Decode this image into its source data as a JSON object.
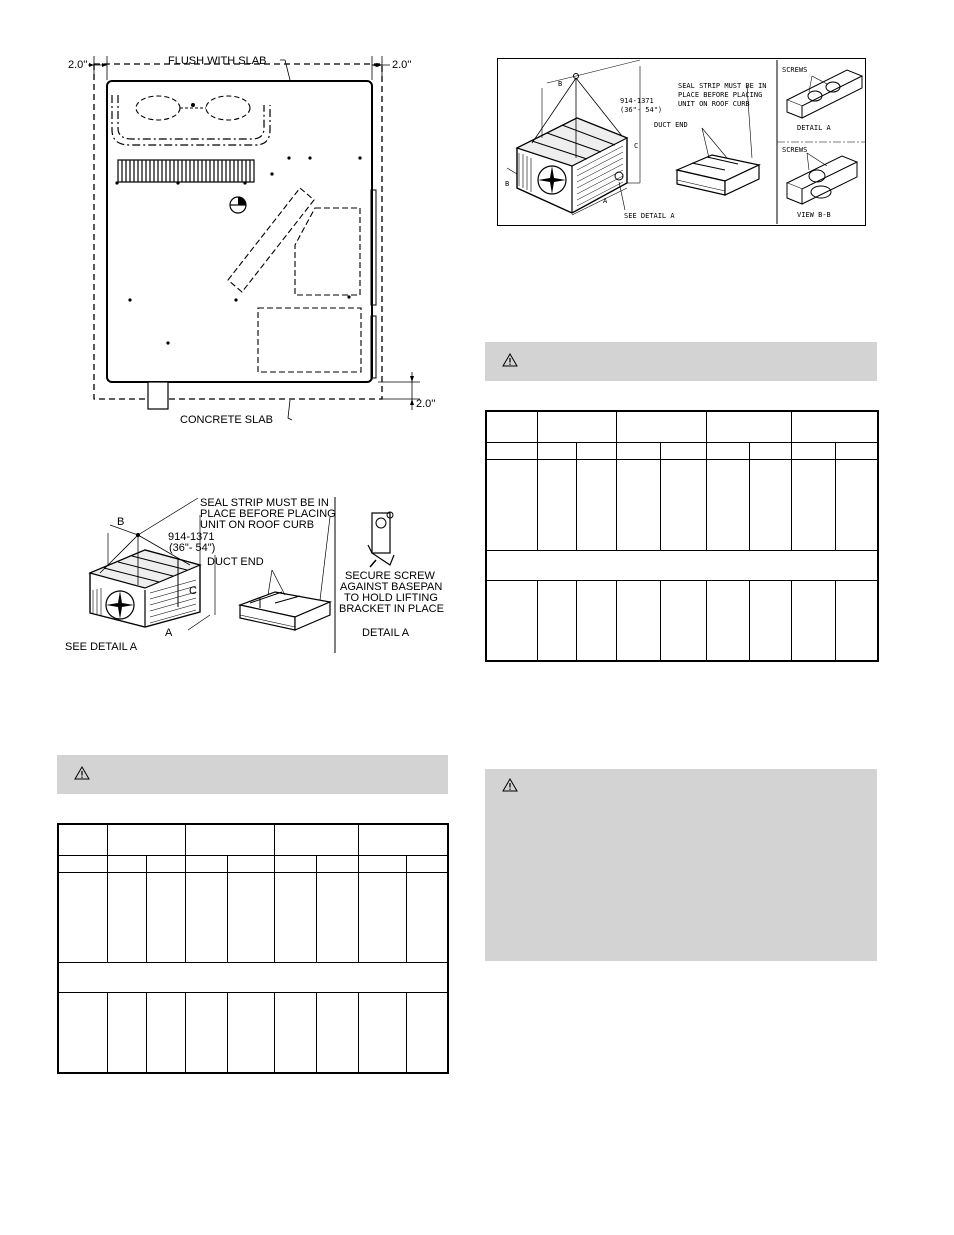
{
  "fig_slab": {
    "dim_left": "2.0''",
    "dim_right": "2.0''",
    "dim_bottom": "2.0''",
    "flush_label": "FLUSH WITH SLAB",
    "concrete_label": "CONCRETE SLAB"
  },
  "fig_roof_left": {
    "label_b": "B",
    "label_c": "C",
    "label_a": "A",
    "height_mm": "914-1371",
    "height_in": "(36\"- 54\")",
    "seal_strip": [
      "SEAL STRIP MUST BE IN",
      "PLACE BEFORE PLACING",
      "UNIT ON ROOF CURB"
    ],
    "duct_end": "DUCT END",
    "see_detail": "SEE DETAIL A",
    "secure_screw": [
      "SECURE SCREW",
      "AGAINST BASEPAN",
      "TO HOLD LIFTING",
      "BRACKET IN PLACE"
    ],
    "detail_a": "DETAIL A"
  },
  "fig_roof_right": {
    "label_b": "B",
    "label_b_side": "B",
    "label_c": "C",
    "label_a": "A",
    "height_mm": "914-1371",
    "height_in": "(36\"- 54\")",
    "seal_strip": [
      "SEAL STRIP MUST BE IN",
      "PLACE BEFORE PLACING",
      "UNIT ON ROOF CURB"
    ],
    "duct_end": "DUCT END",
    "see_detail": "SEE DETAIL A",
    "screws_1": "SCREWS",
    "detail_a": "DETAIL A",
    "screws_2": "SCREWS",
    "view_bb": "VIEW B-B"
  }
}
